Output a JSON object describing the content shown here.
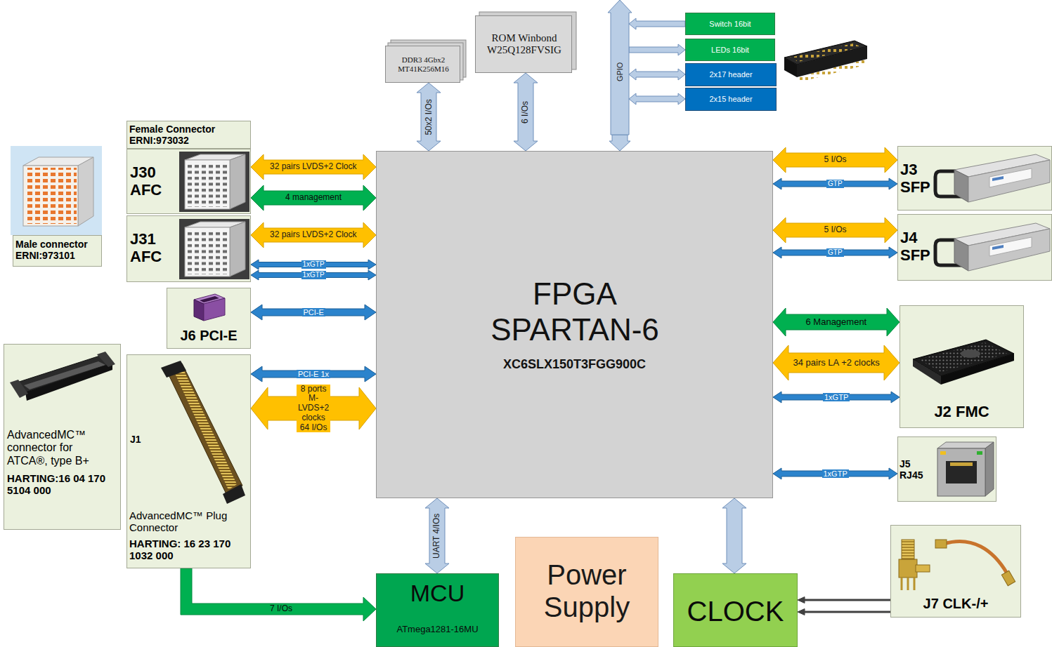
{
  "diagram": {
    "nodes": [
      {
        "text": [
          "DDR3 4Gbx2 MT41K256M16"
        ]
      },
      {
        "text": [
          "ROM Winbond W25Q128FVSIG"
        ]
      },
      {
        "text": [
          "GPIO"
        ]
      },
      {
        "text": [
          "Switch 16bit"
        ]
      },
      {
        "text": [
          "LEDs 16bit"
        ]
      },
      {
        "text": [
          "2x17 header"
        ]
      },
      {
        "text": [
          "2x15 header"
        ]
      },
      {
        "text": [
          "Female Connector ERNI:973032"
        ]
      },
      {
        "text": [
          "J30 AFC"
        ]
      },
      {
        "text": [
          "J31 AFC"
        ]
      },
      {
        "text": [
          "Male connector ERNI:973101"
        ]
      },
      {
        "text": [
          "J6 PCI-E"
        ]
      },
      {
        "text": [
          "AdvancedMC™ connector for ATCA®, type B+",
          "HARTING:16 04 170 5104 000"
        ]
      },
      {
        "text": [
          "J1",
          "AdvancedMC™ Plug Connector",
          "HARTING: 16 23 170 1032 000"
        ]
      },
      {
        "text": [
          "FPGA SPARTAN-6",
          "XC6SLX150T3FGG900C"
        ]
      },
      {
        "text": [
          "J3 SFP"
        ]
      },
      {
        "text": [
          "J4 SFP"
        ]
      },
      {
        "text": [
          "J2 FMC"
        ]
      },
      {
        "text": [
          "J5 RJ45"
        ]
      },
      {
        "text": [
          "MCU",
          "ATmega1281-16MU"
        ]
      },
      {
        "text": [
          "Power Supply"
        ]
      },
      {
        "text": [
          "CLOCK"
        ]
      },
      {
        "text": [
          "J7 CLK-/+"
        ]
      }
    ],
    "edges": [
      {
        "from": 0,
        "to": 14,
        "label": "50x2 I/Os",
        "arrow": "both"
      },
      {
        "from": 1,
        "to": 14,
        "label": "6 I/Os",
        "arrow": "both"
      },
      {
        "from": 2,
        "to": 14,
        "arrow": "to"
      },
      {
        "from": 3,
        "to": 2,
        "arrow": "to"
      },
      {
        "from": 2,
        "to": 4,
        "arrow": "to"
      },
      {
        "from": 2,
        "to": 5,
        "arrow": "both"
      },
      {
        "from": 2,
        "to": 6,
        "arrow": "both"
      },
      {
        "from": 8,
        "to": 14,
        "label": "32 pairs LVDS+2 Clock",
        "arrow": "both"
      },
      {
        "from": 8,
        "to": 14,
        "label": "4 management",
        "arrow": "both"
      },
      {
        "from": 9,
        "to": 14,
        "label": "32 pairs LVDS+2 Clock",
        "arrow": "both"
      },
      {
        "from": 9,
        "to": 14,
        "label": "1xGTP",
        "arrow": "both"
      },
      {
        "from": 9,
        "to": 14,
        "label": "1xGTP",
        "arrow": "both"
      },
      {
        "from": 11,
        "to": 14,
        "label": "PCI-E",
        "arrow": "both"
      },
      {
        "from": 13,
        "to": 14,
        "label": "PCI-E 1x",
        "arrow": "both"
      },
      {
        "from": 13,
        "to": 14,
        "label": "8 ports M-LVDS+2 clocks 64 I/Os",
        "arrow": "both"
      },
      {
        "from": 13,
        "to": 19,
        "label": "7 I/Os",
        "arrow": "to"
      },
      {
        "from": 14,
        "to": 15,
        "label": "5 I/Os",
        "arrow": "both"
      },
      {
        "from": 14,
        "to": 15,
        "label": "GTP",
        "arrow": "both"
      },
      {
        "from": 14,
        "to": 16,
        "label": "5 I/Os",
        "arrow": "both"
      },
      {
        "from": 14,
        "to": 16,
        "label": "GTP",
        "arrow": "both"
      },
      {
        "from": 14,
        "to": 17,
        "label": "6 Management",
        "arrow": "both"
      },
      {
        "from": 14,
        "to": 17,
        "label": "34 pairs LA +2 clocks",
        "arrow": "both"
      },
      {
        "from": 14,
        "to": 17,
        "label": "1xGTP",
        "arrow": "both"
      },
      {
        "from": 14,
        "to": 18,
        "label": "1xGTP",
        "arrow": "both"
      },
      {
        "from": 14,
        "to": 19,
        "label": "UART 4/IOs",
        "arrow": "both"
      },
      {
        "from": 14,
        "to": 21,
        "arrow": "both"
      },
      {
        "from": 22,
        "to": 21,
        "arrow": "to"
      },
      {
        "from": 22,
        "to": 21,
        "arrow": "to"
      }
    ]
  }
}
